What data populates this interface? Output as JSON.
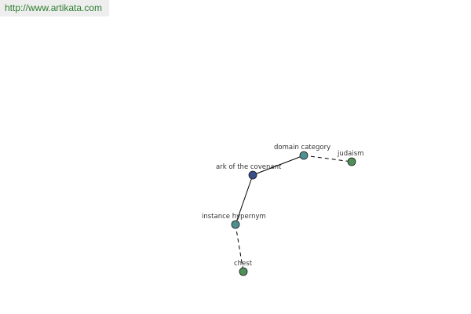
{
  "watermark": {
    "text": "http://www.artikata.com"
  },
  "graph": {
    "nodes": [
      {
        "id": "ark",
        "label": "ark of the covenant",
        "color": "#3a4f8a"
      },
      {
        "id": "domain",
        "label": "domain category",
        "color": "#4f8f8f"
      },
      {
        "id": "judaism",
        "label": "judaism",
        "color": "#4f8f5a"
      },
      {
        "id": "hyper",
        "label": "instance hypernym",
        "color": "#4f8f8f"
      },
      {
        "id": "chest",
        "label": "chest",
        "color": "#4f8f5a"
      }
    ],
    "edges": [
      {
        "from": "ark",
        "to": "domain",
        "style": "solid"
      },
      {
        "from": "domain",
        "to": "judaism",
        "style": "dashed"
      },
      {
        "from": "ark",
        "to": "hyper",
        "style": "solid"
      },
      {
        "from": "hyper",
        "to": "chest",
        "style": "dashed"
      }
    ]
  }
}
